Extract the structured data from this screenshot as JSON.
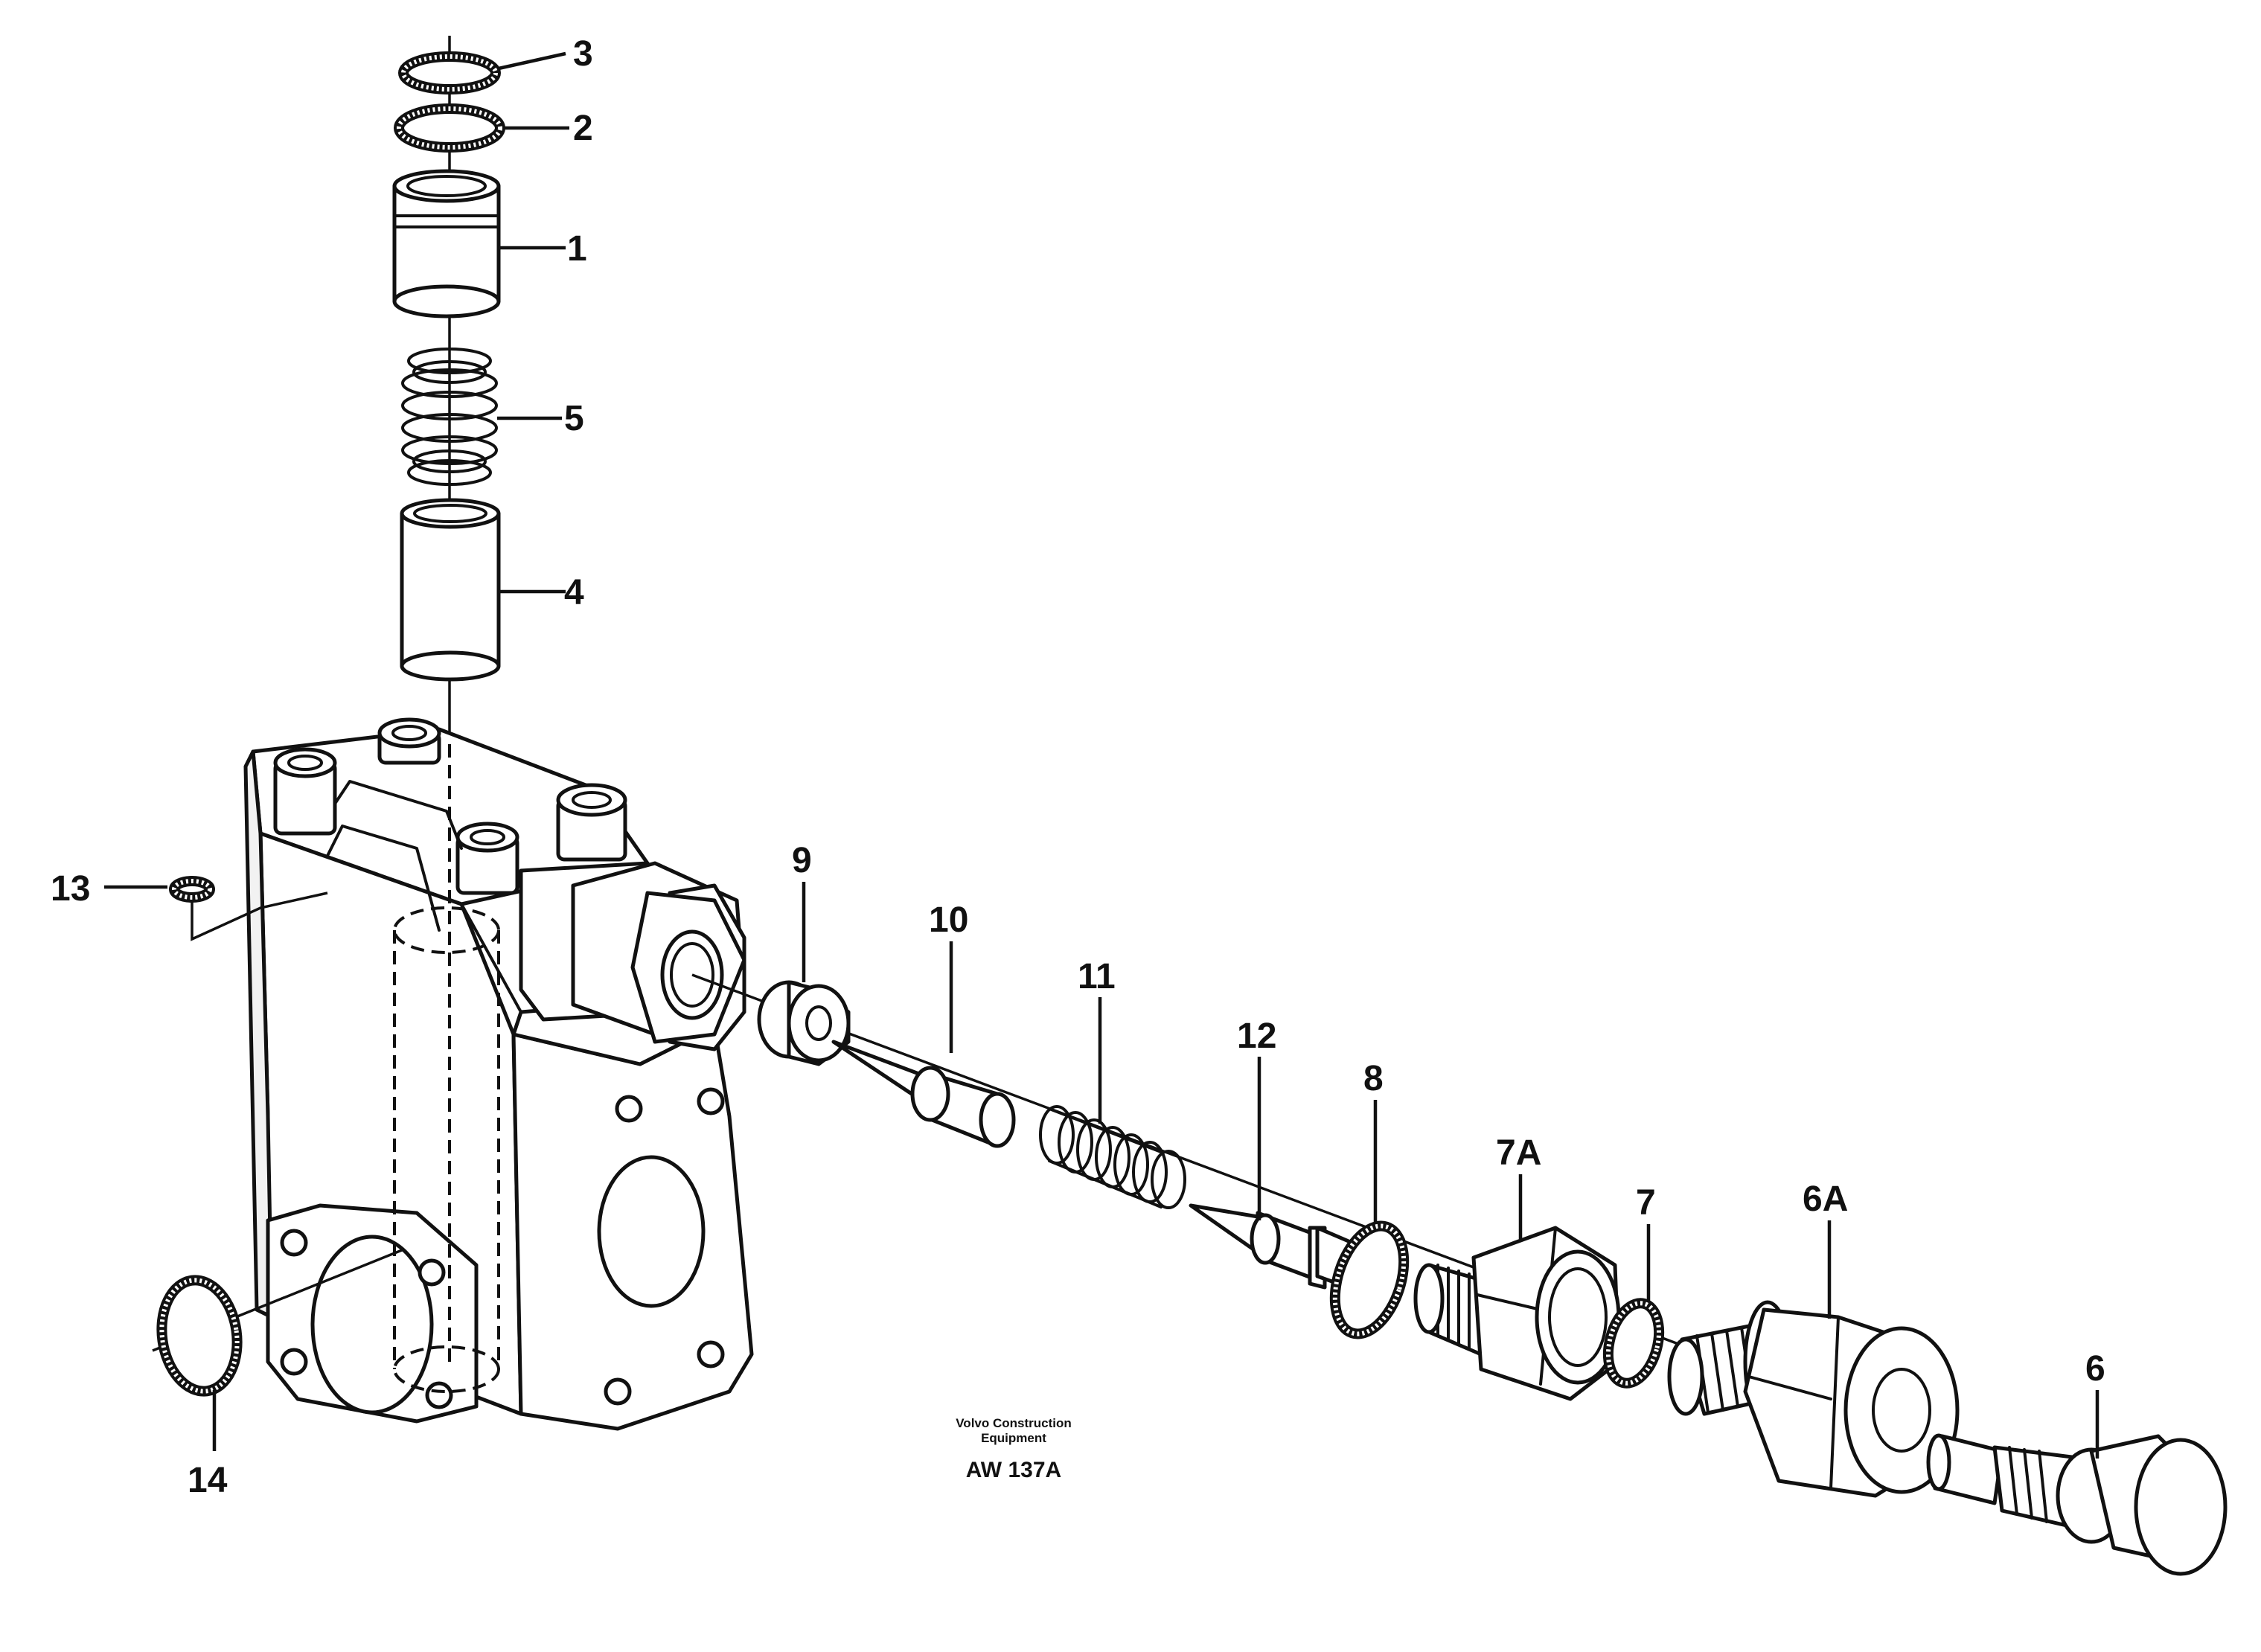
{
  "diagram": {
    "labels": {
      "p1": "1",
      "p2": "2",
      "p3": "3",
      "p4": "4",
      "p5": "5",
      "p6": "6",
      "p6a": "6A",
      "p7": "7",
      "p7a": "7A",
      "p8": "8",
      "p9": "9",
      "p10": "10",
      "p11": "11",
      "p12": "12",
      "p13": "13",
      "p14": "14"
    },
    "publisher_line1": "Volvo Construction",
    "publisher_line2": "Equipment",
    "drawing_code": "AW 137A"
  }
}
